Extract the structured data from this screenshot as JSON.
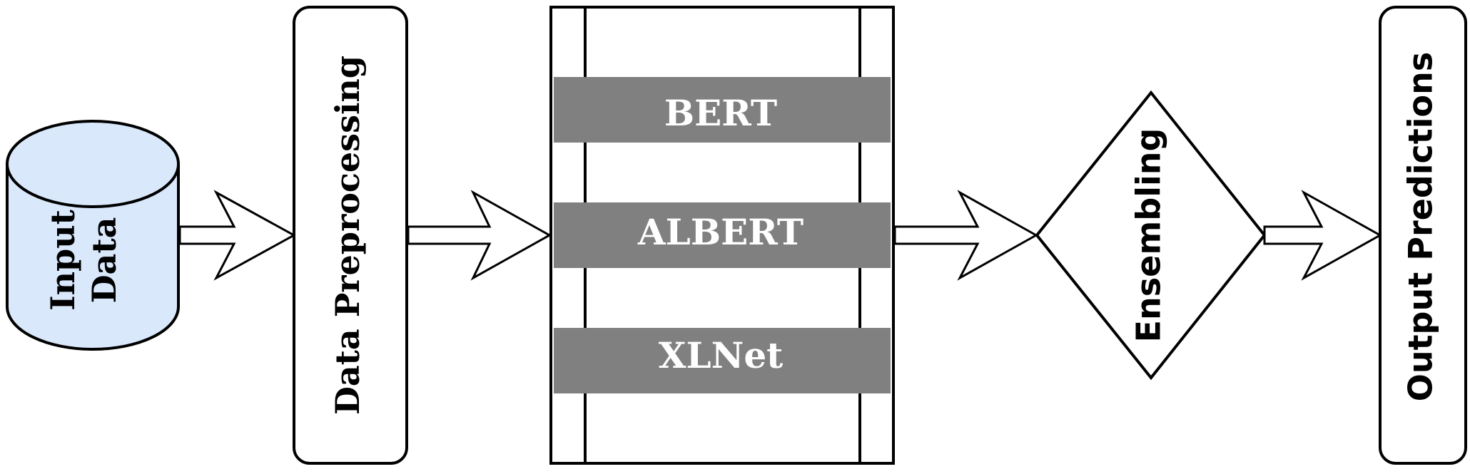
{
  "diagram": {
    "input": {
      "label_line1": "Input",
      "label_line2": "Data",
      "fill": "#dae8fc"
    },
    "preprocessing": {
      "label": "Data Preprocessing"
    },
    "models": {
      "items": [
        {
          "label": "BERT"
        },
        {
          "label": "ALBERT"
        },
        {
          "label": "XLNet"
        }
      ],
      "bar_fill": "#808080",
      "text_color": "#ffffff"
    },
    "ensembling": {
      "label": "Ensembling"
    },
    "output": {
      "label": "Output Predictions"
    }
  }
}
